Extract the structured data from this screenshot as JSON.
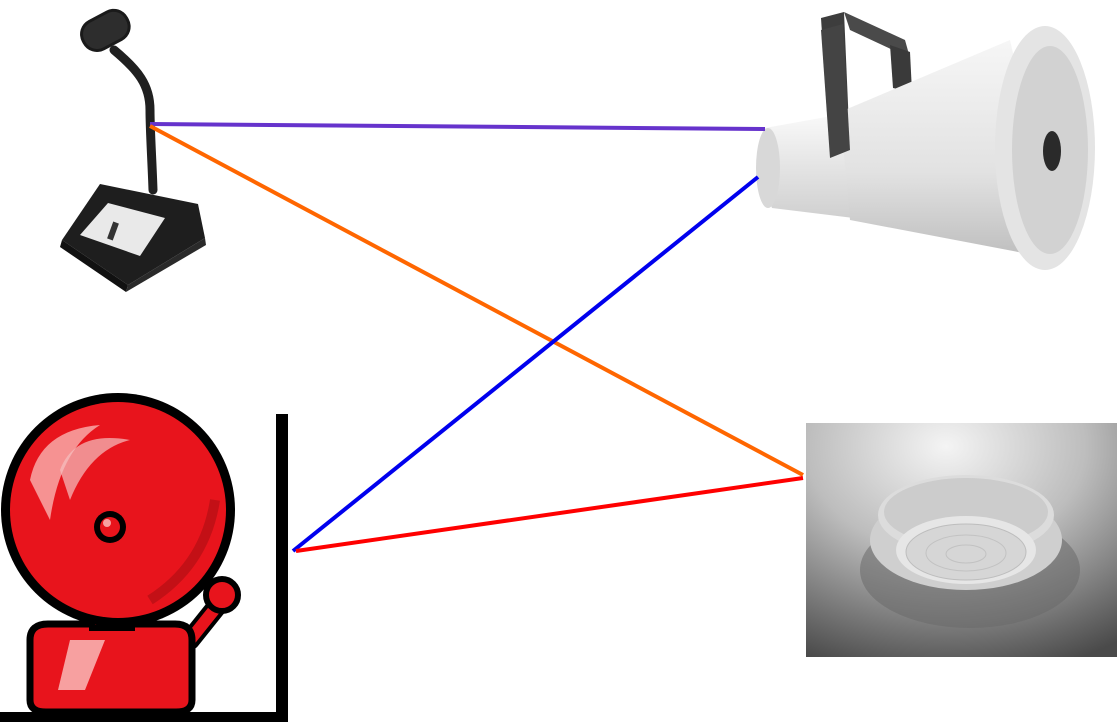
{
  "devices": [
    {
      "id": "desk-microphone",
      "icon": "desk-microphone-icon"
    },
    {
      "id": "horn-speaker",
      "icon": "horn-speaker-icon"
    },
    {
      "id": "alarm-bell",
      "icon": "alarm-bell-icon"
    },
    {
      "id": "ceiling-speaker",
      "icon": "ceiling-speaker-icon"
    }
  ],
  "connections": [
    {
      "from": "desk-microphone",
      "to": "horn-speaker",
      "color": "#6633cc"
    },
    {
      "from": "desk-microphone",
      "to": "ceiling-speaker",
      "color": "#ff6600"
    },
    {
      "from": "alarm-bell",
      "to": "horn-speaker",
      "color": "#0000ee"
    },
    {
      "from": "alarm-bell",
      "to": "ceiling-speaker",
      "color": "#ff0000"
    }
  ],
  "colors": {
    "bell_red": "#e8141c",
    "bell_highlight": "#f7a0a0",
    "outline": "#000000",
    "speaker_body": "#ececec",
    "ceiling_bg": "#7a7a7a"
  }
}
